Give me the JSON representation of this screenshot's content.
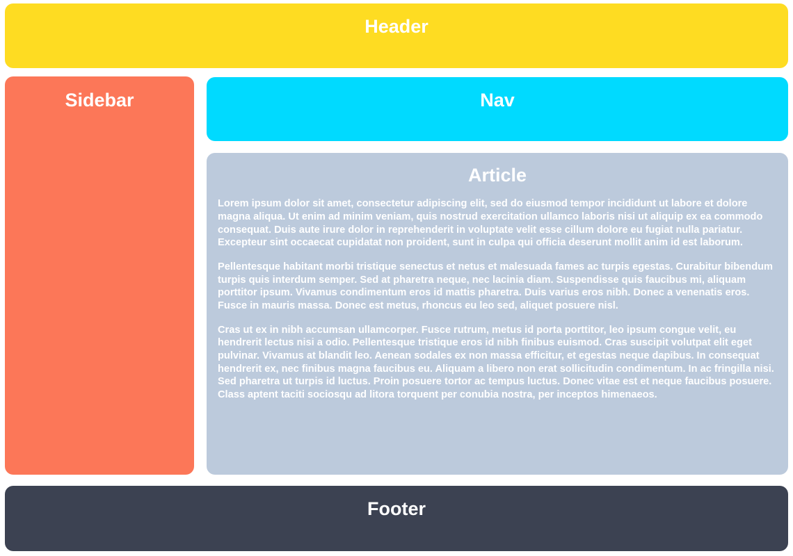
{
  "layout": {
    "header": {
      "title": "Header",
      "color": "#fedc22"
    },
    "sidebar": {
      "title": "Sidebar",
      "color": "#fc7758"
    },
    "nav": {
      "title": "Nav",
      "color": "#00daff"
    },
    "article": {
      "title": "Article",
      "color": "#bccadc",
      "paragraphs": [
        "Lorem ipsum dolor sit amet, consectetur adipiscing elit, sed do eiusmod tempor incididunt ut labore et dolore magna aliqua. Ut enim ad minim veniam, quis nostrud exercitation ullamco laboris nisi ut aliquip ex ea commodo consequat. Duis aute irure dolor in reprehenderit in voluptate velit esse cillum dolore eu fugiat nulla pariatur. Excepteur sint occaecat cupidatat non proident, sunt in culpa qui officia deserunt mollit anim id est laborum.",
        "Pellentesque habitant morbi tristique senectus et netus et malesuada fames ac turpis egestas. Curabitur bibendum turpis quis interdum semper. Sed at pharetra neque, nec lacinia diam. Suspendisse quis faucibus mi, aliquam porttitor ipsum. Vivamus condimentum eros id mattis pharetra. Duis varius eros nibh. Donec a venenatis eros. Fusce in mauris massa. Donec est metus, rhoncus eu leo sed, aliquet posuere nisl.",
        "Cras ut ex in nibh accumsan ullamcorper. Fusce rutrum, metus id porta porttitor, leo ipsum congue velit, eu hendrerit lectus nisi a odio. Pellentesque tristique eros id nibh finibus euismod. Cras suscipit volutpat elit eget pulvinar. Vivamus at blandit leo. Aenean sodales ex non massa efficitur, et egestas neque dapibus. In consequat hendrerit ex, nec finibus magna faucibus eu. Aliquam a libero non erat sollicitudin condimentum. In ac fringilla nisi. Sed pharetra ut turpis id luctus. Proin posuere tortor ac tempus luctus. Donec vitae est et neque faucibus posuere. Class aptent taciti sociosqu ad litora torquent per conubia nostra, per inceptos himenaeos."
      ]
    },
    "footer": {
      "title": "Footer",
      "color": "#3c4252"
    }
  }
}
